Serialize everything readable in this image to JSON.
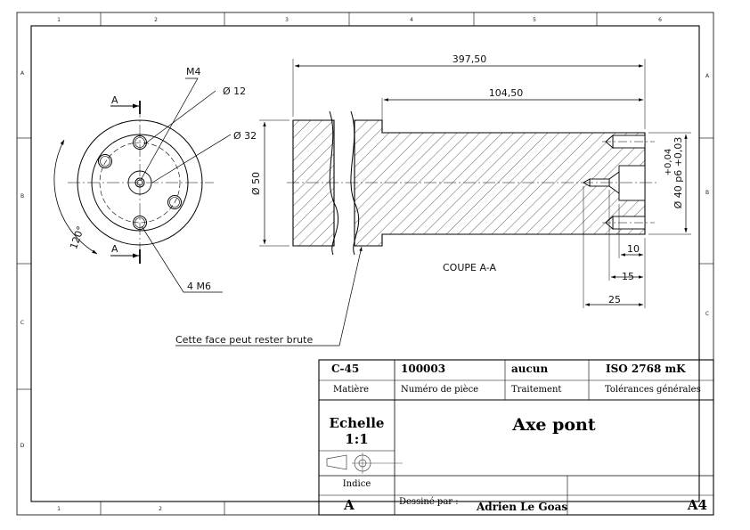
{
  "zones": {
    "top": [
      "1",
      "2",
      "3",
      "4",
      "5",
      "6"
    ],
    "bottom": [
      "1",
      "2"
    ],
    "left": [
      "A",
      "B",
      "C",
      "D"
    ],
    "right": [
      "A",
      "B",
      "C"
    ]
  },
  "front_view": {
    "section_label_top": "A",
    "section_label_bottom": "A",
    "m4": "M4",
    "dia12": "Ø 12",
    "dia32": "Ø 32",
    "angle": "120°",
    "m6": "4 M6"
  },
  "section_view": {
    "dim_397": "397,50",
    "dim_104": "104,50",
    "dia50": "Ø 50",
    "tol_upper": "+0,04",
    "tol_lower": "Ø 40 p6 +0,03",
    "dim_10": "10",
    "dim_15": "15",
    "dim_25": "25",
    "title": "COUPE A-A",
    "note": "Cette face peut rester brute"
  },
  "title_block": {
    "material_value": "C-45",
    "material_label": "Matière",
    "part_no_value": "100003",
    "part_no_label": "Numéro de pièce",
    "treatment_value": "aucun",
    "treatment_label": "Traitement",
    "tolerance_value": "ISO 2768 mK",
    "tolerance_label": "Tolérances générales",
    "scale_label": "Echelle",
    "scale_value": "1:1",
    "title": "Axe pont",
    "index_label": "Indice",
    "index_value": "A",
    "drawn_by_label": "Dessiné par :",
    "drawn_by_value": "Adrien Le Goas",
    "format": "A4"
  }
}
